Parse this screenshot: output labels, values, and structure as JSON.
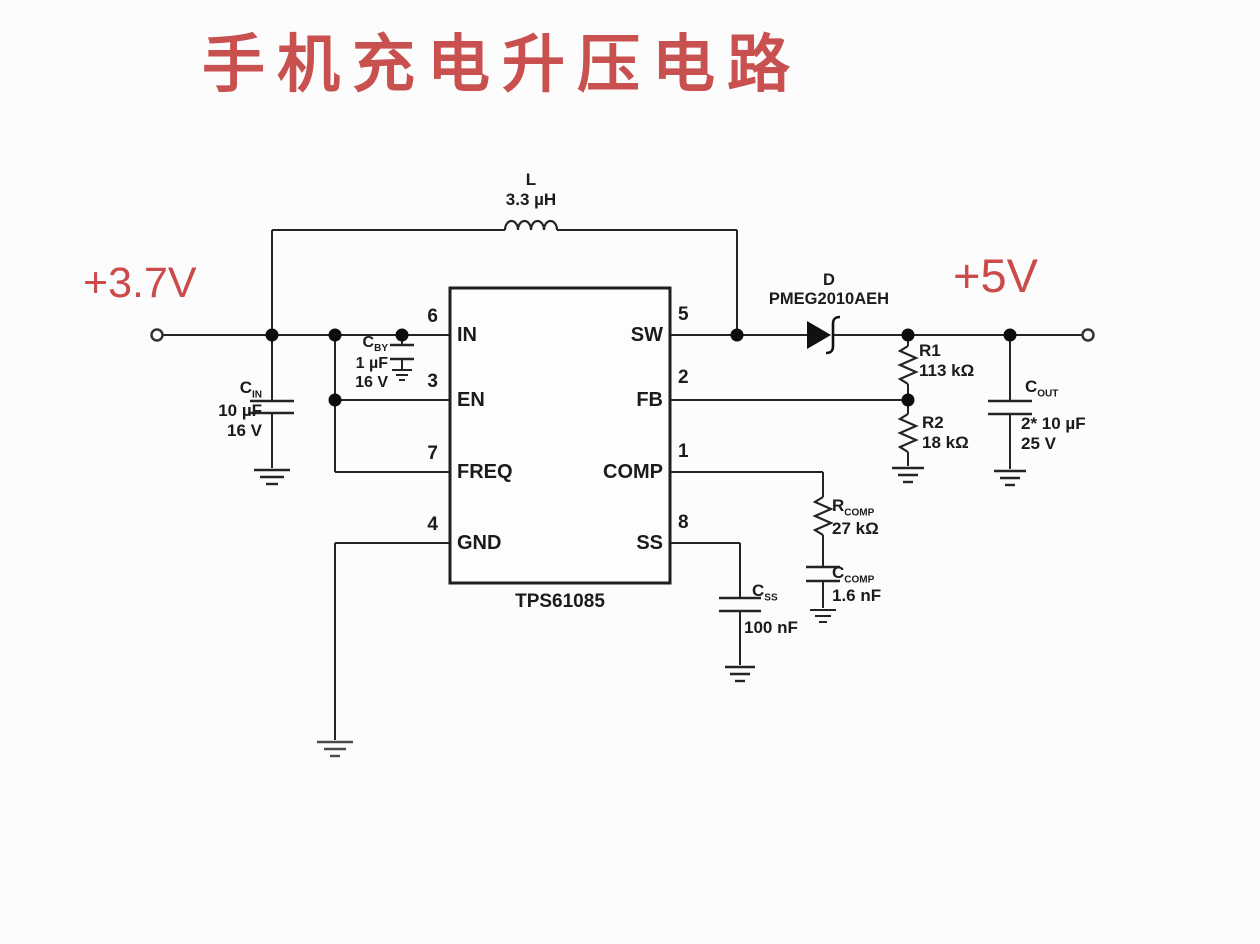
{
  "title": "手机充电升压电路",
  "rails": {
    "input": "+3.7V",
    "output": "+5V"
  },
  "ic": {
    "part": "TPS61085",
    "left_pins": [
      {
        "num": "6",
        "label": "IN"
      },
      {
        "num": "3",
        "label": "EN"
      },
      {
        "num": "7",
        "label": "FREQ"
      },
      {
        "num": "4",
        "label": "GND"
      }
    ],
    "right_pins": [
      {
        "num": "5",
        "label": "SW"
      },
      {
        "num": "2",
        "label": "FB"
      },
      {
        "num": "1",
        "label": "COMP"
      },
      {
        "num": "8",
        "label": "SS"
      }
    ]
  },
  "components": {
    "inductor": {
      "ref": "L",
      "value": "3.3 µH"
    },
    "diode": {
      "ref": "D",
      "part": "PMEG2010AEH"
    },
    "c_in": {
      "ref": "C",
      "sub": "IN",
      "value": "10 µF",
      "rating": "16 V"
    },
    "c_by": {
      "ref": "C",
      "sub": "BY",
      "value": "1 µF",
      "rating": "16 V"
    },
    "r1": {
      "ref": "R1",
      "value": "113 kΩ"
    },
    "r2": {
      "ref": "R2",
      "value": "18 kΩ"
    },
    "c_out": {
      "ref": "C",
      "sub": "OUT",
      "value": "2* 10 µF",
      "rating": "25 V"
    },
    "r_comp": {
      "ref": "R",
      "sub": "COMP",
      "value": "27 kΩ"
    },
    "c_comp": {
      "ref": "C",
      "sub": "COMP",
      "value": "1.6 nF"
    },
    "c_ss": {
      "ref": "C",
      "sub": "SS",
      "value": "100 nF"
    }
  },
  "colors": {
    "accent_red": "#c8504e",
    "line": "#242424"
  }
}
